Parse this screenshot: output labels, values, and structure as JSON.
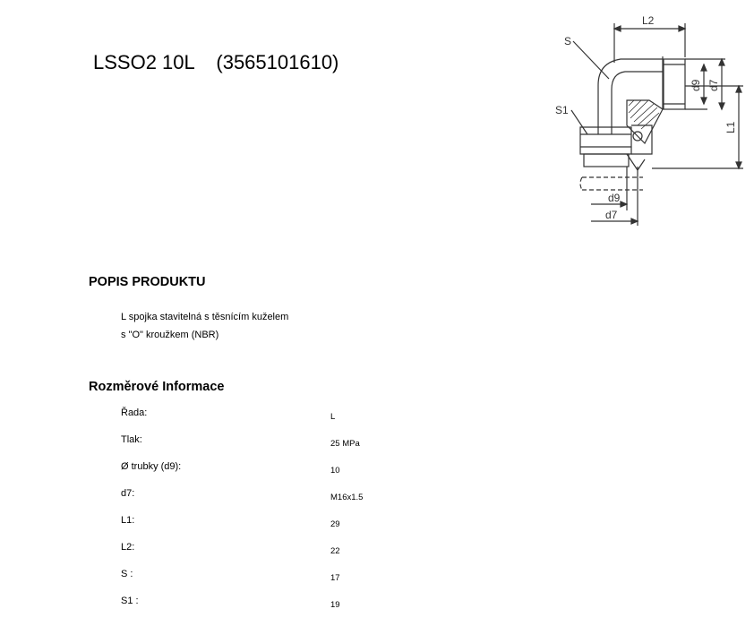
{
  "product": {
    "title": "LSSO2 10L    (3565101610)"
  },
  "drawing": {
    "labels": {
      "l2": "L2",
      "s": "S",
      "s1": "S1",
      "d9_side": "d9",
      "d7_side": "d7",
      "l1": "L1",
      "d9_bottom": "d9",
      "d7_bottom": "d7"
    }
  },
  "description": {
    "heading": "POPIS PRODUKTU",
    "lines": [
      "L spojka stavitelná s těsnícím kuželem",
      "s \"O\" kroužkem (NBR)"
    ]
  },
  "specs": {
    "heading": "Rozměrové Informace",
    "rows": [
      {
        "label": "Řada:",
        "value": "L"
      },
      {
        "label": "Tlak:",
        "value": "25  MPa"
      },
      {
        "label": "Ø trubky (d9):",
        "value": "10"
      },
      {
        "label": "d7:",
        "value": "M16x1.5"
      },
      {
        "label": "L1:",
        "value": "29"
      },
      {
        "label": "L2:",
        "value": "22"
      },
      {
        "label": "S :",
        "value": "17"
      },
      {
        "label": "S1 :",
        "value": "19"
      }
    ]
  }
}
